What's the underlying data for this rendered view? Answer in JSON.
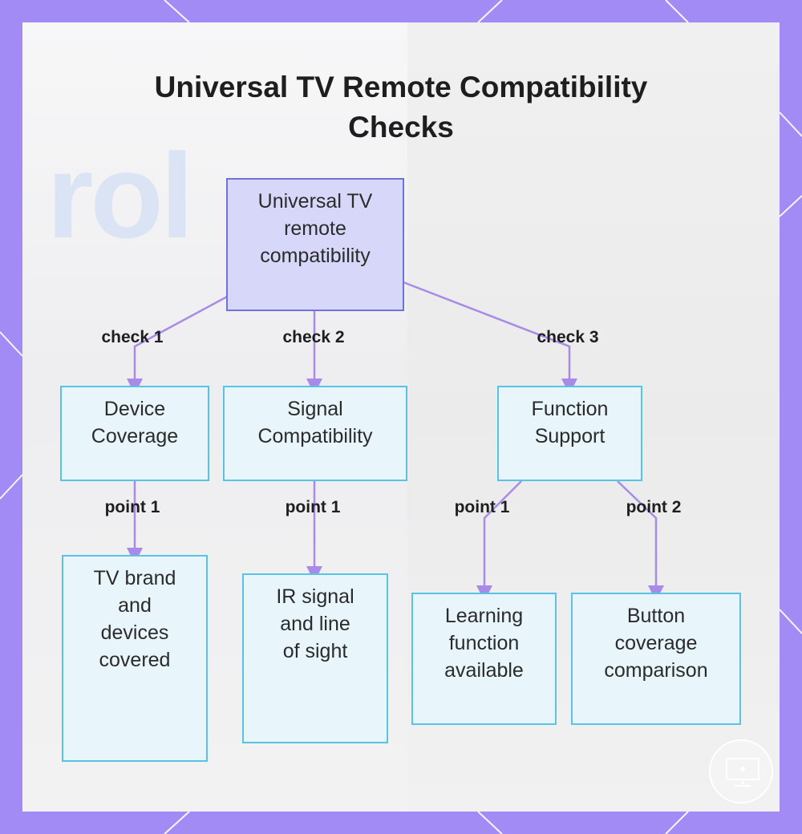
{
  "title_lines": [
    "Universal TV Remote Compatibility",
    "Checks"
  ],
  "watermark_text": "rol",
  "root": {
    "lines": [
      "Universal TV",
      "remote",
      "compatibility"
    ]
  },
  "checks": [
    {
      "label": "check 1",
      "node_lines": [
        "Device",
        "Coverage"
      ]
    },
    {
      "label": "check 2",
      "node_lines": [
        "Signal",
        "Compatibility"
      ]
    },
    {
      "label": "check 3",
      "node_lines": [
        "Function",
        "Support"
      ]
    }
  ],
  "points": [
    {
      "label": "point 1",
      "node_lines": [
        "TV brand",
        "and",
        "devices",
        "covered"
      ]
    },
    {
      "label": "point 1",
      "node_lines": [
        "IR signal",
        "and line",
        "of sight"
      ]
    },
    {
      "label": "point 1",
      "node_lines": [
        "Learning",
        "function",
        "available"
      ]
    },
    {
      "label": "point 2",
      "node_lines": [
        "Button",
        "coverage",
        "comparison"
      ]
    }
  ],
  "colors": {
    "frame": "#a38bf5",
    "connector": "#a88be8",
    "root_fill": "#d7d8f9",
    "root_border": "#6f72d8",
    "child_fill": "#e8f6fc",
    "child_border": "#59c3e5"
  },
  "icons": [
    "tv-logo-icon"
  ]
}
